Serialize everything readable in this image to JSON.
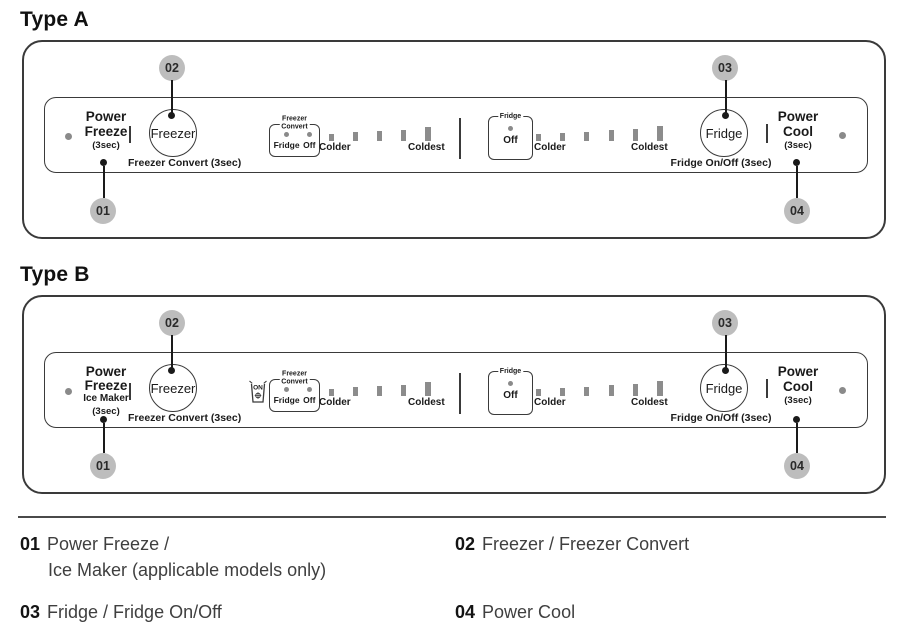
{
  "colors": {
    "outline": "#3a3a3a",
    "callout_fill": "#bdbdbd",
    "leader": "#1a1a1a",
    "led": "#8a8a8a",
    "bar": "#8c8c8c",
    "legend_text": "#3f3f3f"
  },
  "panels": {
    "a": {
      "title": "Type A",
      "power_freeze": {
        "line1": "Power",
        "line2": "Freeze",
        "sec": "(3sec)"
      },
      "freezer_button": "Freezer",
      "freezer_convert_label": "Freezer Convert (3sec)",
      "freezer_convert_box": {
        "legend1": "Freezer",
        "legend2": "Convert",
        "opt1": "Fridge",
        "opt2": "Off"
      },
      "freezer_scale": {
        "colder": "Colder",
        "coldest": "Coldest",
        "levels": [
          7,
          9,
          10,
          11,
          14
        ]
      },
      "fridge_box": {
        "legend": "Fridge",
        "opt": "Off"
      },
      "fridge_scale": {
        "colder": "Colder",
        "coldest": "Coldest",
        "levels": [
          7,
          8,
          9,
          11,
          12,
          15
        ]
      },
      "fridge_button": "Fridge",
      "fridge_onoff_label": "Fridge On/Off (3sec)",
      "power_cool": {
        "line1": "Power",
        "line2": "Cool",
        "sec": "(3sec)"
      },
      "callouts": {
        "c1": "01",
        "c2": "02",
        "c3": "03",
        "c4": "04"
      }
    },
    "b": {
      "title": "Type B",
      "power_freeze": {
        "line1": "Power",
        "line2": "Freeze",
        "ice_maker": "Ice Maker",
        "sec": "(3sec)"
      },
      "ice_icon_text": "ON",
      "freezer_button": "Freezer",
      "freezer_convert_label": "Freezer Convert (3sec)",
      "freezer_convert_box": {
        "legend1": "Freezer",
        "legend2": "Convert",
        "opt1": "Fridge",
        "opt2": "Off"
      },
      "freezer_scale": {
        "colder": "Colder",
        "coldest": "Coldest",
        "levels": [
          7,
          9,
          10,
          11,
          14
        ]
      },
      "fridge_box": {
        "legend": "Fridge",
        "opt": "Off"
      },
      "fridge_scale": {
        "colder": "Colder",
        "coldest": "Coldest",
        "levels": [
          7,
          8,
          9,
          11,
          12,
          15
        ]
      },
      "fridge_button": "Fridge",
      "fridge_onoff_label": "Fridge On/Off (3sec)",
      "power_cool": {
        "line1": "Power",
        "line2": "Cool",
        "sec": "(3sec)"
      },
      "callouts": {
        "c1": "01",
        "c2": "02",
        "c3": "03",
        "c4": "04"
      }
    }
  },
  "legend": {
    "items": [
      {
        "num": "01",
        "text": "Power Freeze /",
        "text2": "Ice Maker (applicable models only)"
      },
      {
        "num": "02",
        "text": "Freezer / Freezer Convert"
      },
      {
        "num": "03",
        "text": "Fridge / Fridge On/Off"
      },
      {
        "num": "04",
        "text": "Power Cool"
      }
    ]
  }
}
